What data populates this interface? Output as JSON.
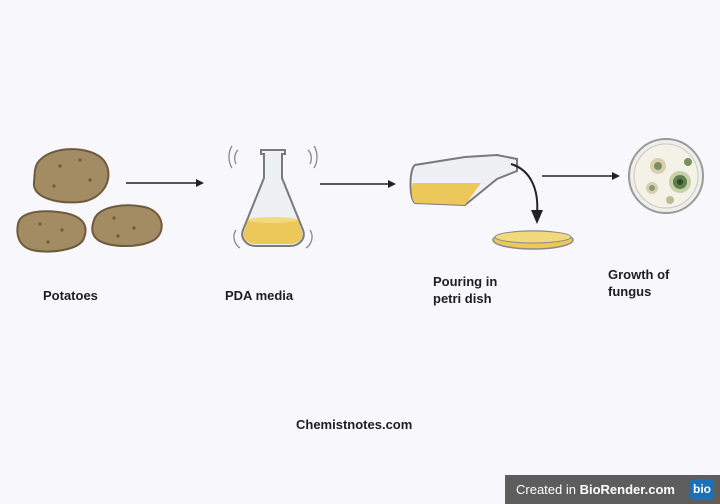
{
  "steps": [
    {
      "label": "Potatoes"
    },
    {
      "label": "PDA media"
    },
    {
      "label": "Pouring in\npetri dish"
    },
    {
      "label": "Growth of\nfungus"
    }
  ],
  "footer": {
    "site": "Chemistnotes.com"
  },
  "watermark": {
    "prefix": "Created in ",
    "brand": "BioRender.com",
    "logo": "bio"
  },
  "colors": {
    "potato": "#a78f66",
    "media": "#ecc75a",
    "background": "#f8f7fc",
    "fungus": "#6e8a5e"
  },
  "icons": [
    "potato-icon",
    "flask-icon",
    "tilted-flask-icon",
    "petri-dish-icon",
    "fungus-plate-icon"
  ]
}
